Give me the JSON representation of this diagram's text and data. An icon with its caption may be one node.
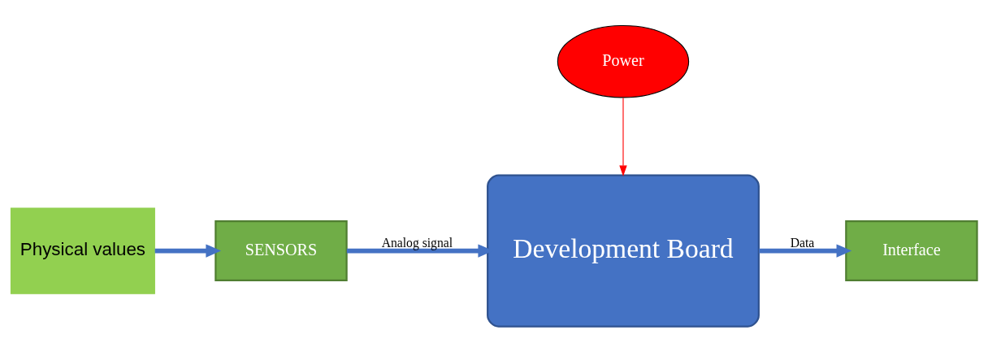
{
  "diagram": {
    "nodes": [
      {
        "text": [
          "Physical values"
        ]
      },
      {
        "text": [
          "SENSORS"
        ]
      },
      {
        "text": [
          "Development Board"
        ]
      },
      {
        "text": [
          "Power"
        ]
      },
      {
        "text": [
          "Interface"
        ]
      }
    ],
    "edges": [
      {
        "from": 0,
        "to": 1,
        "arrow": "to"
      },
      {
        "from": 1,
        "to": 2,
        "arrow": "to",
        "label": "Analog signal"
      },
      {
        "from": 3,
        "to": 2,
        "arrow": "to",
        "color": "#ff0000"
      },
      {
        "from": 2,
        "to": 4,
        "arrow": "to",
        "label": "Data"
      }
    ]
  }
}
